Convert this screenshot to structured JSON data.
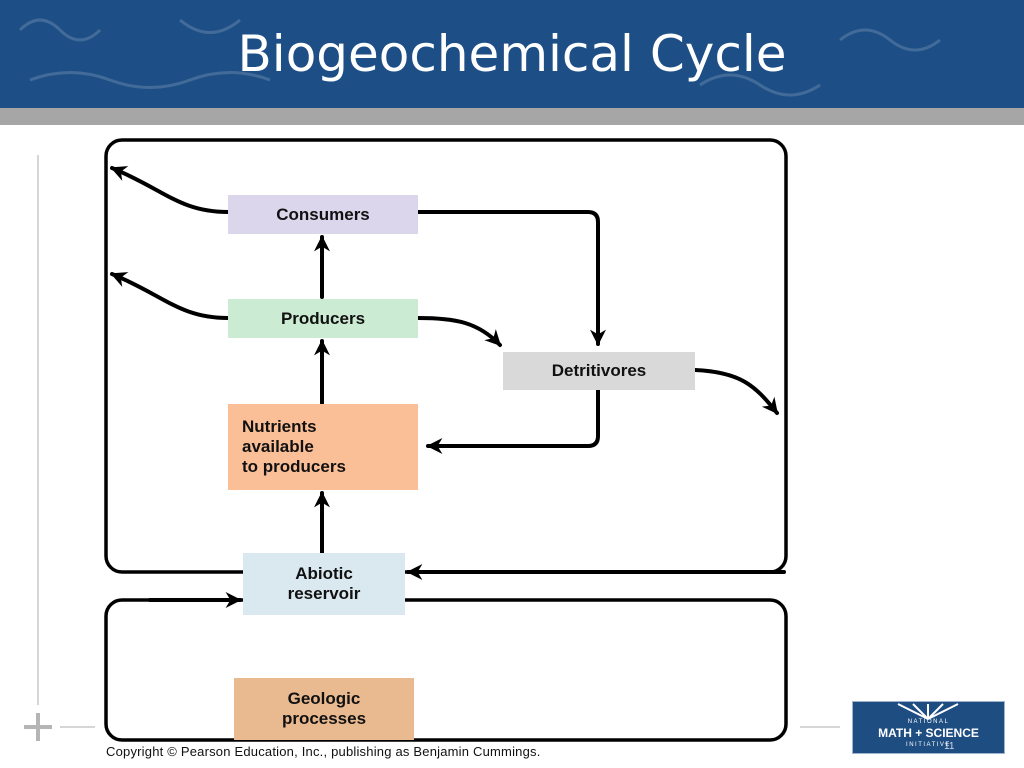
{
  "slide": {
    "title": "Biogeochemical Cycle",
    "copyright": "Copyright © Pearson Education, Inc., publishing as Benjamin Cummings.",
    "page_number": "11"
  },
  "nodes": {
    "consumers": {
      "label": "Consumers",
      "color": "#dcd6ec"
    },
    "producers": {
      "label": "Producers",
      "color": "#ccebd3"
    },
    "detritivores": {
      "label": "Detritivores",
      "color": "#d9d9d9"
    },
    "nutrients": {
      "label": "Nutrients\navailable\nto producers",
      "color": "#fbbf98"
    },
    "abiotic": {
      "label": "Abiotic\nreservoir",
      "color": "#dae8ef"
    },
    "geologic": {
      "label": "Geologic\nprocesses",
      "color": "#e9b98f"
    }
  },
  "logo": {
    "line1": "NATIONAL",
    "line2": "MATH + SCIENCE",
    "line3": "INITIATIVE"
  },
  "colors": {
    "header": "#1d4f86",
    "header_bar": "#a6a6a6",
    "arrows": "#000000"
  }
}
